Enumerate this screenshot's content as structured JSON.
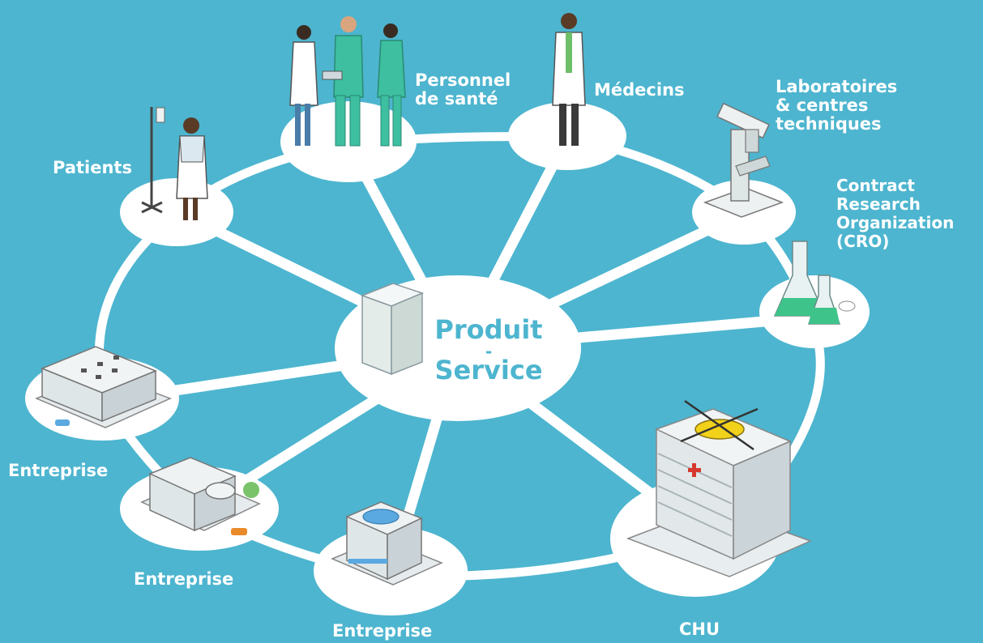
{
  "center": {
    "title": "Produit",
    "separator": "-",
    "subtitle": "Service"
  },
  "nodes": [
    {
      "id": "patients",
      "label": "Patients"
    },
    {
      "id": "personnel",
      "label_line1": "Personnel",
      "label_line2": "de santé"
    },
    {
      "id": "medecins",
      "label": "Médecins"
    },
    {
      "id": "laboratoires",
      "label_line1": "Laboratoires",
      "label_line2": "& centres",
      "label_line3": "techniques"
    },
    {
      "id": "cro",
      "label_line1": "Contract",
      "label_line2": "Research",
      "label_line3": "Organization",
      "label_line4": "(CRO)"
    },
    {
      "id": "chu",
      "label": "CHU"
    },
    {
      "id": "entreprise-bottom",
      "label": "Entreprise"
    },
    {
      "id": "entreprise-middle",
      "label": "Entreprise"
    },
    {
      "id": "entreprise-left",
      "label": "Entreprise"
    }
  ],
  "colors": {
    "background": "#4db5cf",
    "node": "#ffffff",
    "center_text": "#4db5cf",
    "scrubs": "#3dbfa0",
    "flask_liquid": "#3ec48a",
    "helicopter": "#f2d11b",
    "cross": "#d63a2f"
  }
}
